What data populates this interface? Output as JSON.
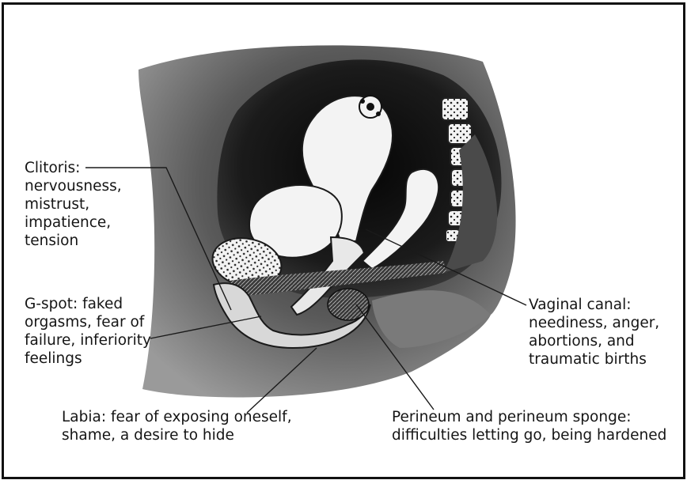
{
  "labels": {
    "clitoris": {
      "title": "Clitoris:",
      "lines": [
        "nervousness,",
        "mistrust,",
        "impatience,",
        "tension"
      ]
    },
    "gspot": {
      "lines": [
        "G-spot: faked",
        "orgasms, fear of",
        "failure, inferiority",
        "feelings"
      ]
    },
    "labia": {
      "lines": [
        "Labia: fear of exposing oneself,",
        "shame, a desire to hide"
      ]
    },
    "perineum": {
      "lines": [
        "Perineum and perineum sponge:",
        "difficulties letting go, being hardened"
      ]
    },
    "vaginal": {
      "lines": [
        "Vaginal canal:",
        "neediness, anger,",
        "abortions, and",
        "traumatic births"
      ]
    }
  },
  "colors": {
    "tissue": "#6e6e6e",
    "shadow": "#0f0f0f",
    "organ": "#f2f2f2",
    "border": "#111111"
  }
}
